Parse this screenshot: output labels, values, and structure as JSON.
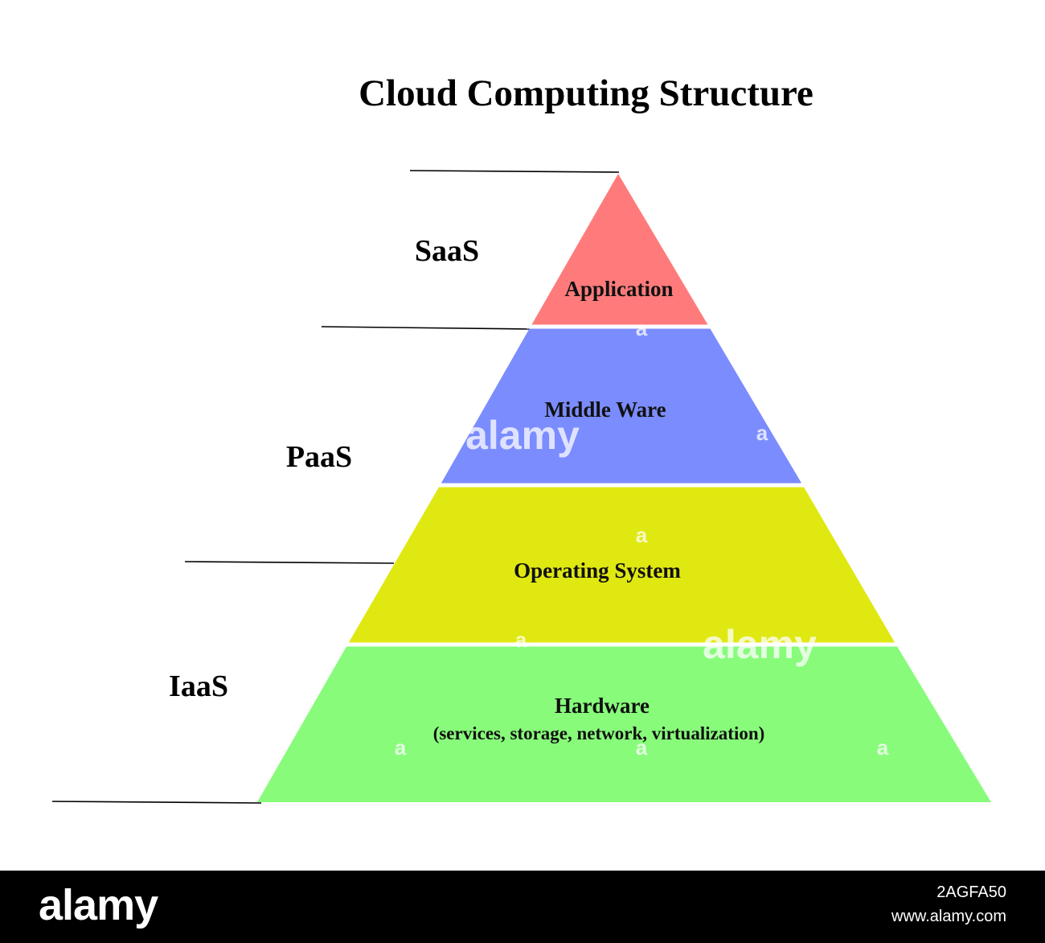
{
  "title": "Cloud Computing Structure",
  "categories": [
    {
      "label": "SaaS"
    },
    {
      "label": "PaaS"
    },
    {
      "label": "IaaS"
    }
  ],
  "layers": [
    {
      "label": "Application",
      "color": "#ff7b7b"
    },
    {
      "label": "Middle Ware",
      "color": "#7b8cff"
    },
    {
      "label": "Operating System",
      "color": "#e0e812"
    },
    {
      "label": "Hardware",
      "sublabel": "(services, storage, network, virtualization)",
      "color": "#88fb7b"
    }
  ],
  "watermark": {
    "text": "alamy",
    "small": "a"
  },
  "footer": {
    "logo": "alamy",
    "image_id": "2AGFA50",
    "url": "www.alamy.com"
  }
}
